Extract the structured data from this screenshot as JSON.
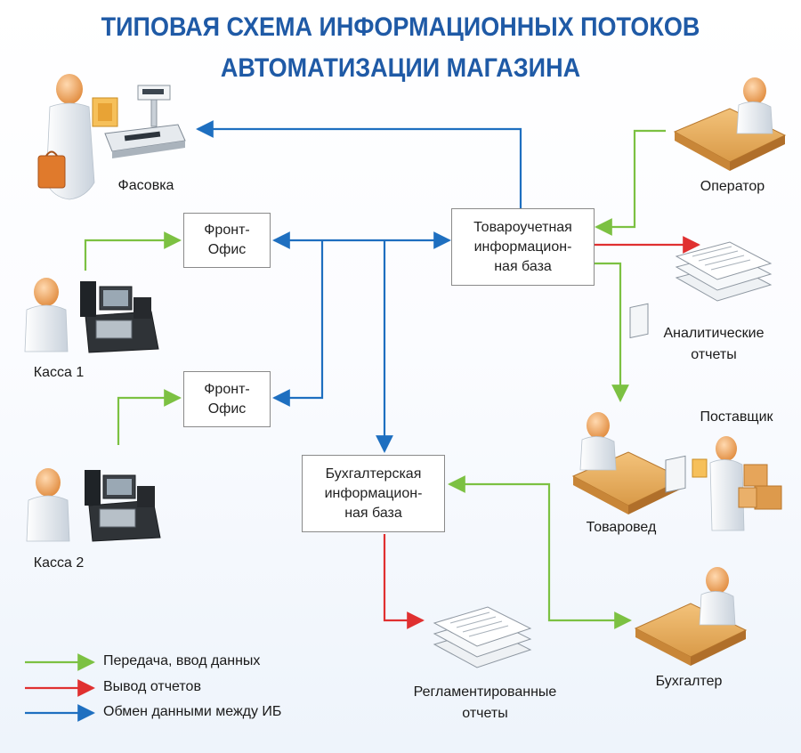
{
  "title": {
    "line1": "ТИПОВАЯ СХЕМА ИНФОРМАЦИОННЫХ ПОТОКОВ",
    "line2": "АВТОМАТИЗАЦИИ МАГАЗИНА"
  },
  "boxes": {
    "front_office_1": "Фронт-\nОфис",
    "front_office_2": "Фронт-\nОфис",
    "goods_db": "Товароучетная\nинформацион-\nная база",
    "accounting_db": "Бухгалтерская\nинформацион-\nная база"
  },
  "labels": {
    "packing": "Фасовка",
    "operator": "Оператор",
    "cash1": "Касса 1",
    "cash2": "Касса 2",
    "analytic_reports": "Аналитические\nотчеты",
    "supplier": "Поставщик",
    "merchandiser": "Товаровед",
    "accountant": "Бухгалтер",
    "regulated_reports": "Регламентированные\nотчеты"
  },
  "legend": [
    {
      "label": "Передача, ввод данных",
      "color": "#7cc142"
    },
    {
      "label": "Вывод отчетов",
      "color": "#e03030"
    },
    {
      "label": "Обмен данными между ИБ",
      "color": "#1e6fc0"
    }
  ],
  "colors": {
    "green": "#7cc142",
    "red": "#e03030",
    "blue": "#1e6fc0",
    "title": "#1f5aa6"
  }
}
